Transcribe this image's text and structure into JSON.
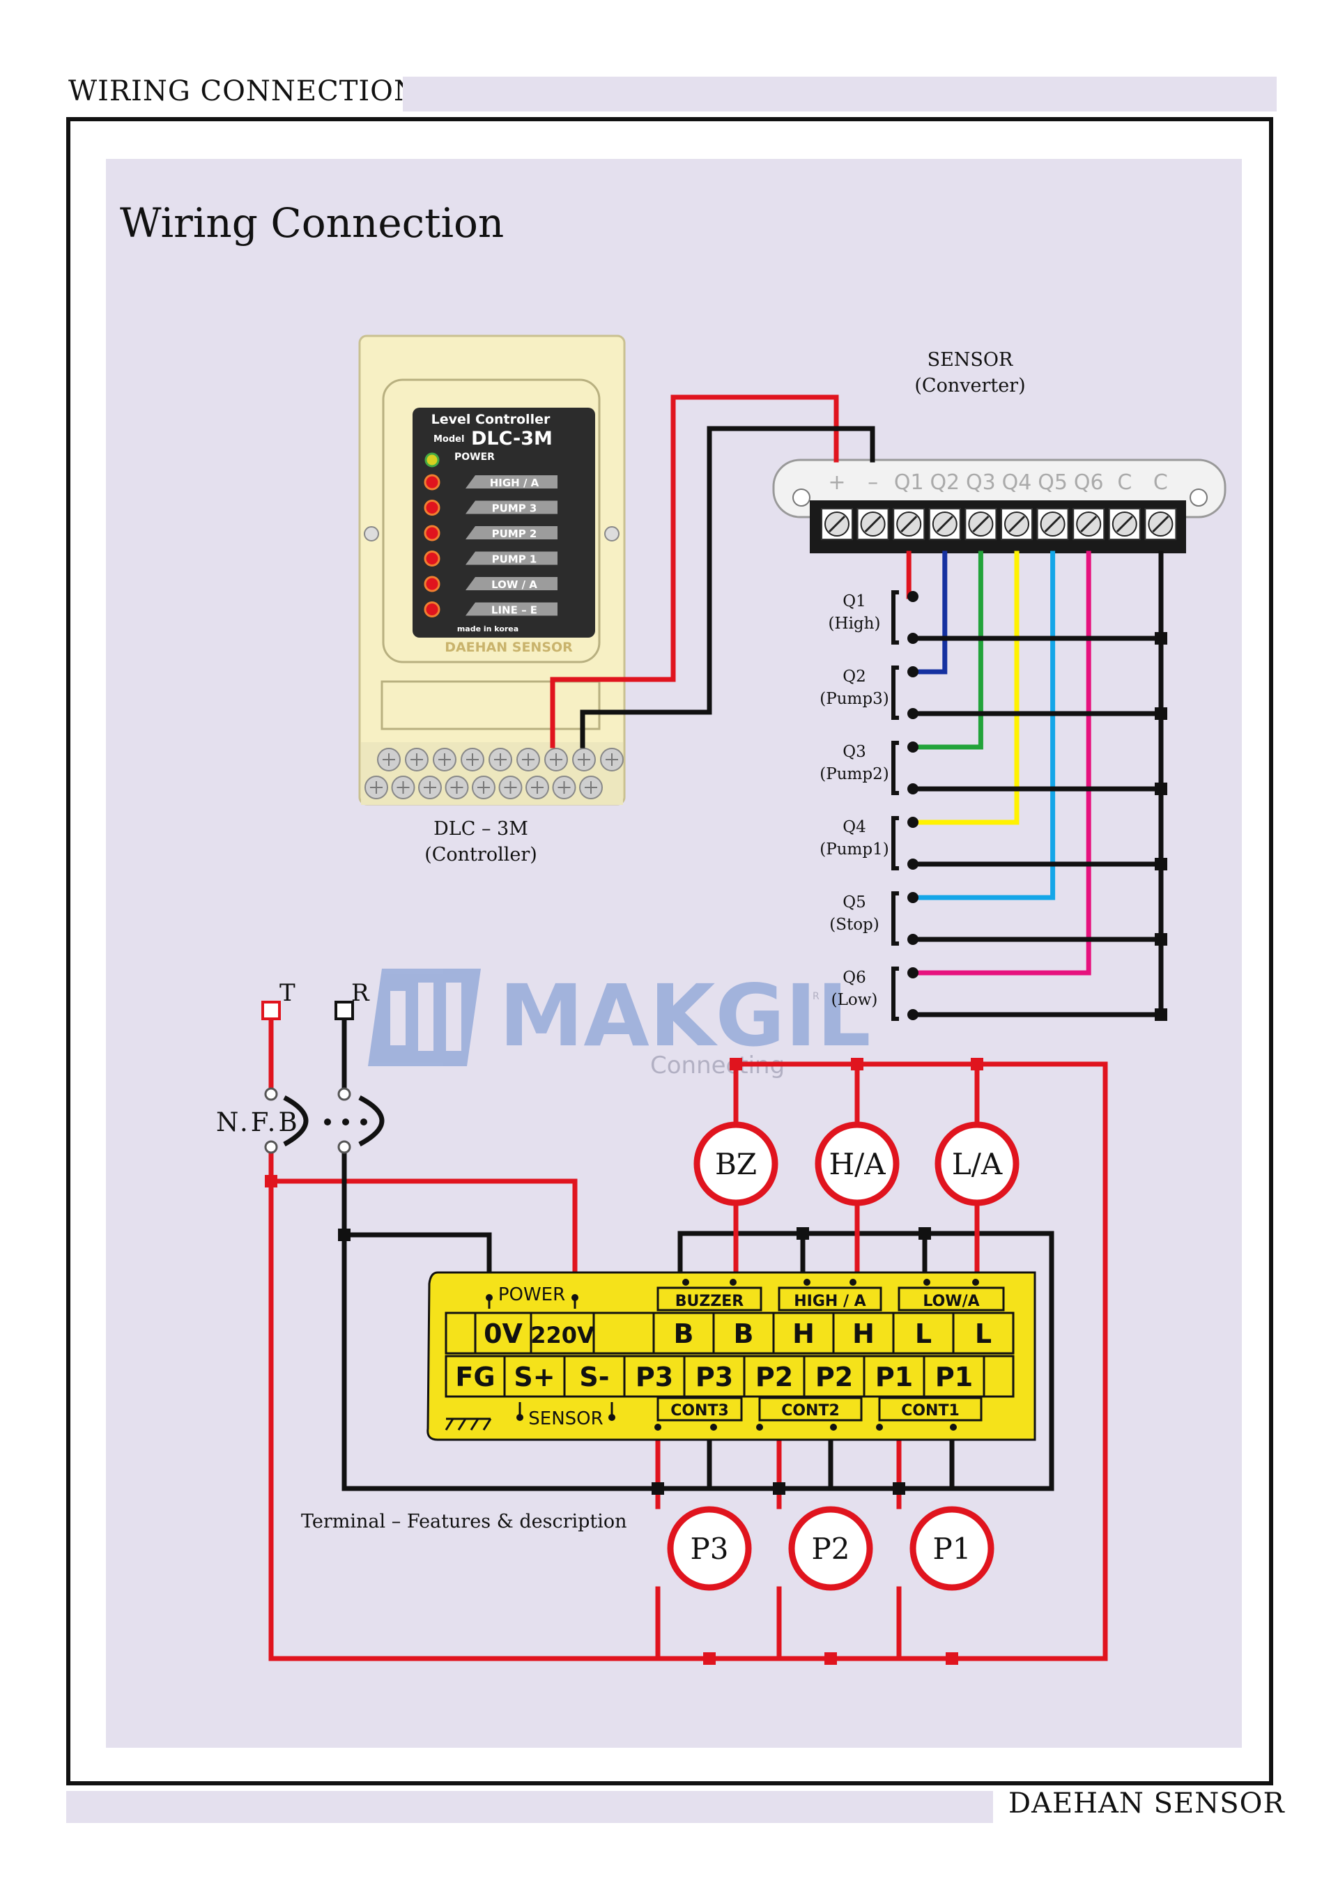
{
  "header": {
    "title": "WIRING CONNECTION"
  },
  "footer": {
    "brand": "DAEHAN SENSOR"
  },
  "panel_title": "Wiring Connection",
  "controller": {
    "panel_title": "Level Controller",
    "model_label": "Model",
    "model": "DLC-3M",
    "power_label": "POWER",
    "leds": [
      "HIGH / A",
      "PUMP 3",
      "PUMP 2",
      "PUMP 1",
      "LOW / A",
      "LINE – E"
    ],
    "made_in": "made in korea",
    "maker": "DAEHAN SENSOR",
    "caption_line1": "DLC – 3M",
    "caption_line2": "(Controller)"
  },
  "sensor": {
    "caption_line1": "SENSOR",
    "caption_line2": "(Converter)",
    "terminals": [
      "+",
      "–",
      "Q1",
      "Q2",
      "Q3",
      "Q4",
      "Q5",
      "Q6",
      "C",
      "C"
    ]
  },
  "switches": [
    {
      "name": "Q1",
      "desc": "(High)"
    },
    {
      "name": "Q2",
      "desc": "(Pump3)"
    },
    {
      "name": "Q3",
      "desc": "(Pump2)"
    },
    {
      "name": "Q4",
      "desc": "(Pump1)"
    },
    {
      "name": "Q5",
      "desc": "(Stop)"
    },
    {
      "name": "Q6",
      "desc": "(Low)"
    }
  ],
  "power_source": {
    "t": "T",
    "r": "R",
    "breaker": "N.F.B"
  },
  "loads_top": [
    "BZ",
    "H/A",
    "L/A"
  ],
  "loads_bottom": [
    "P3",
    "P2",
    "P1"
  ],
  "terminal_block": {
    "power_label": "POWER",
    "sensor_label": "SENSOR",
    "group_top": [
      "BUZZER",
      "HIGH / A",
      "LOW/A"
    ],
    "group_bottom": [
      "CONT3",
      "CONT2",
      "CONT1"
    ],
    "row1": [
      "",
      "0V",
      "220V",
      "",
      "B",
      "B",
      "H",
      "H",
      "L",
      "L"
    ],
    "row2": [
      "FG",
      "S+",
      "S-",
      "P3",
      "P3",
      "P2",
      "P2",
      "P1",
      "P1",
      ""
    ]
  },
  "terminal_caption": "Terminal –  Features & description",
  "watermark": {
    "brand": "MAKGIL",
    "tagline": "Connecting",
    "mark": "R"
  },
  "colors": {
    "red": "#e0141e",
    "black": "#111111",
    "blue": "#1531a0",
    "green": "#22a33a",
    "yellow": "#fff200",
    "cyan": "#14a6e8",
    "magenta": "#e6127e",
    "panel": "#e4e0ee",
    "controller_body": "#f7f0c4",
    "terminal_yellow": "#f5e21a"
  }
}
